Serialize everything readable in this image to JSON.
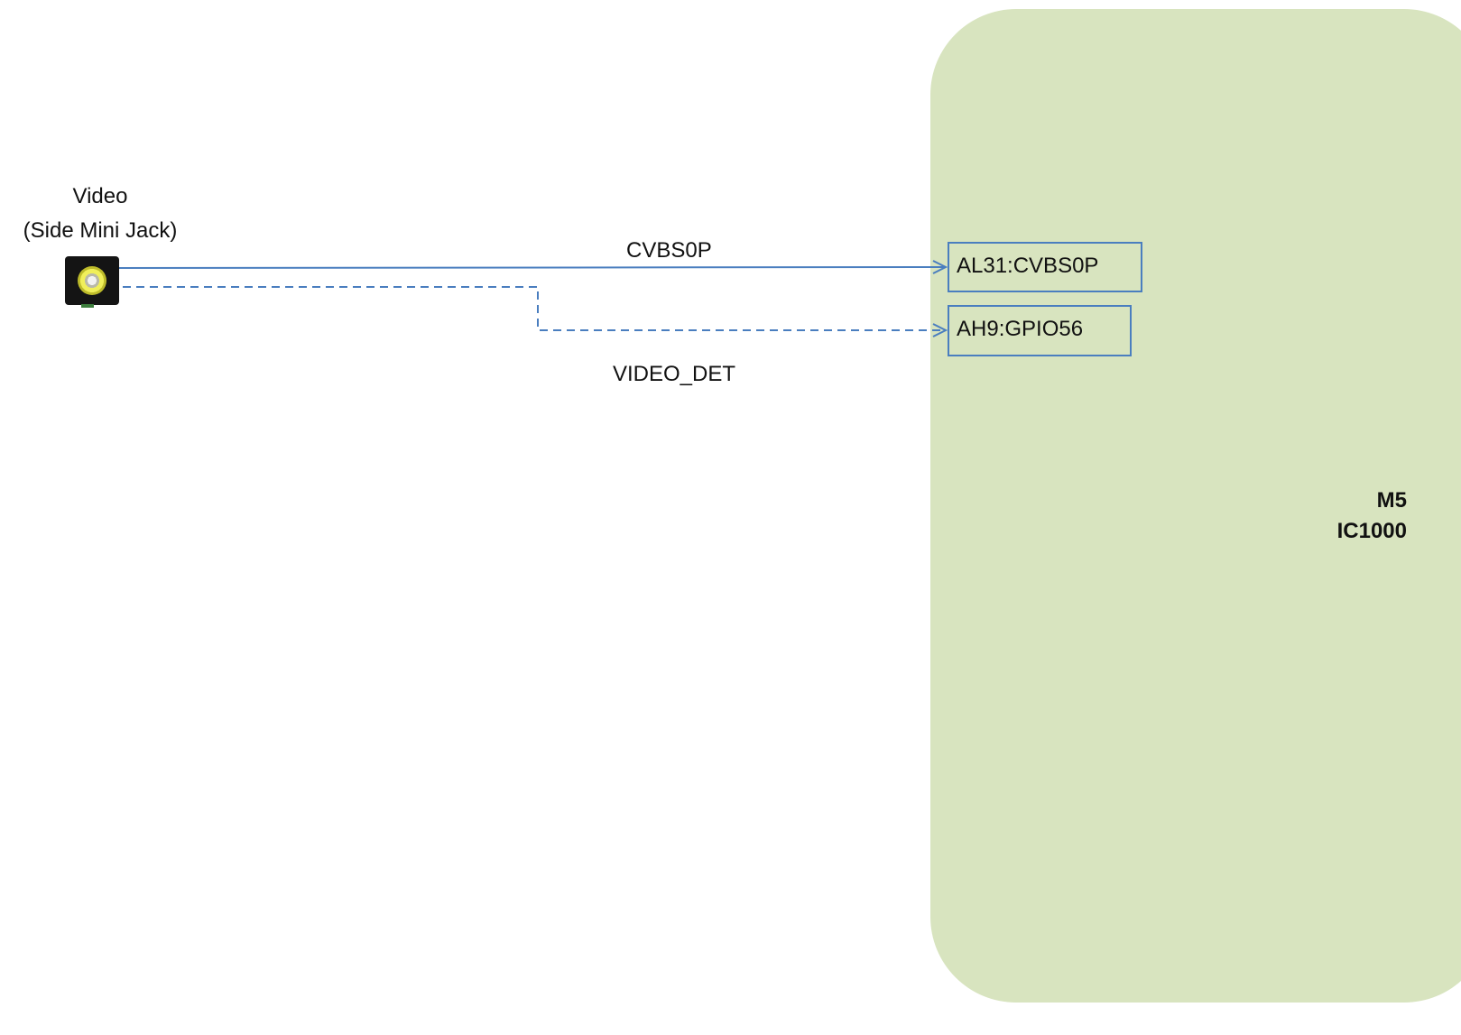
{
  "colors": {
    "chip_fill": "#d8e4bf",
    "wire": "#4a7ebf",
    "text": "#111111"
  },
  "connector": {
    "title": "Video",
    "subtitle": "(Side Mini Jack)",
    "icon": "rca-jack-icon"
  },
  "signals": {
    "cvbs": "CVBS0P",
    "video_det": "VIDEO_DET"
  },
  "chip": {
    "name_line1": "M5",
    "name_line2": "IC1000",
    "pins": {
      "cvbs": "AL31:CVBS0P",
      "gpio": "AH9:GPIO56"
    }
  }
}
